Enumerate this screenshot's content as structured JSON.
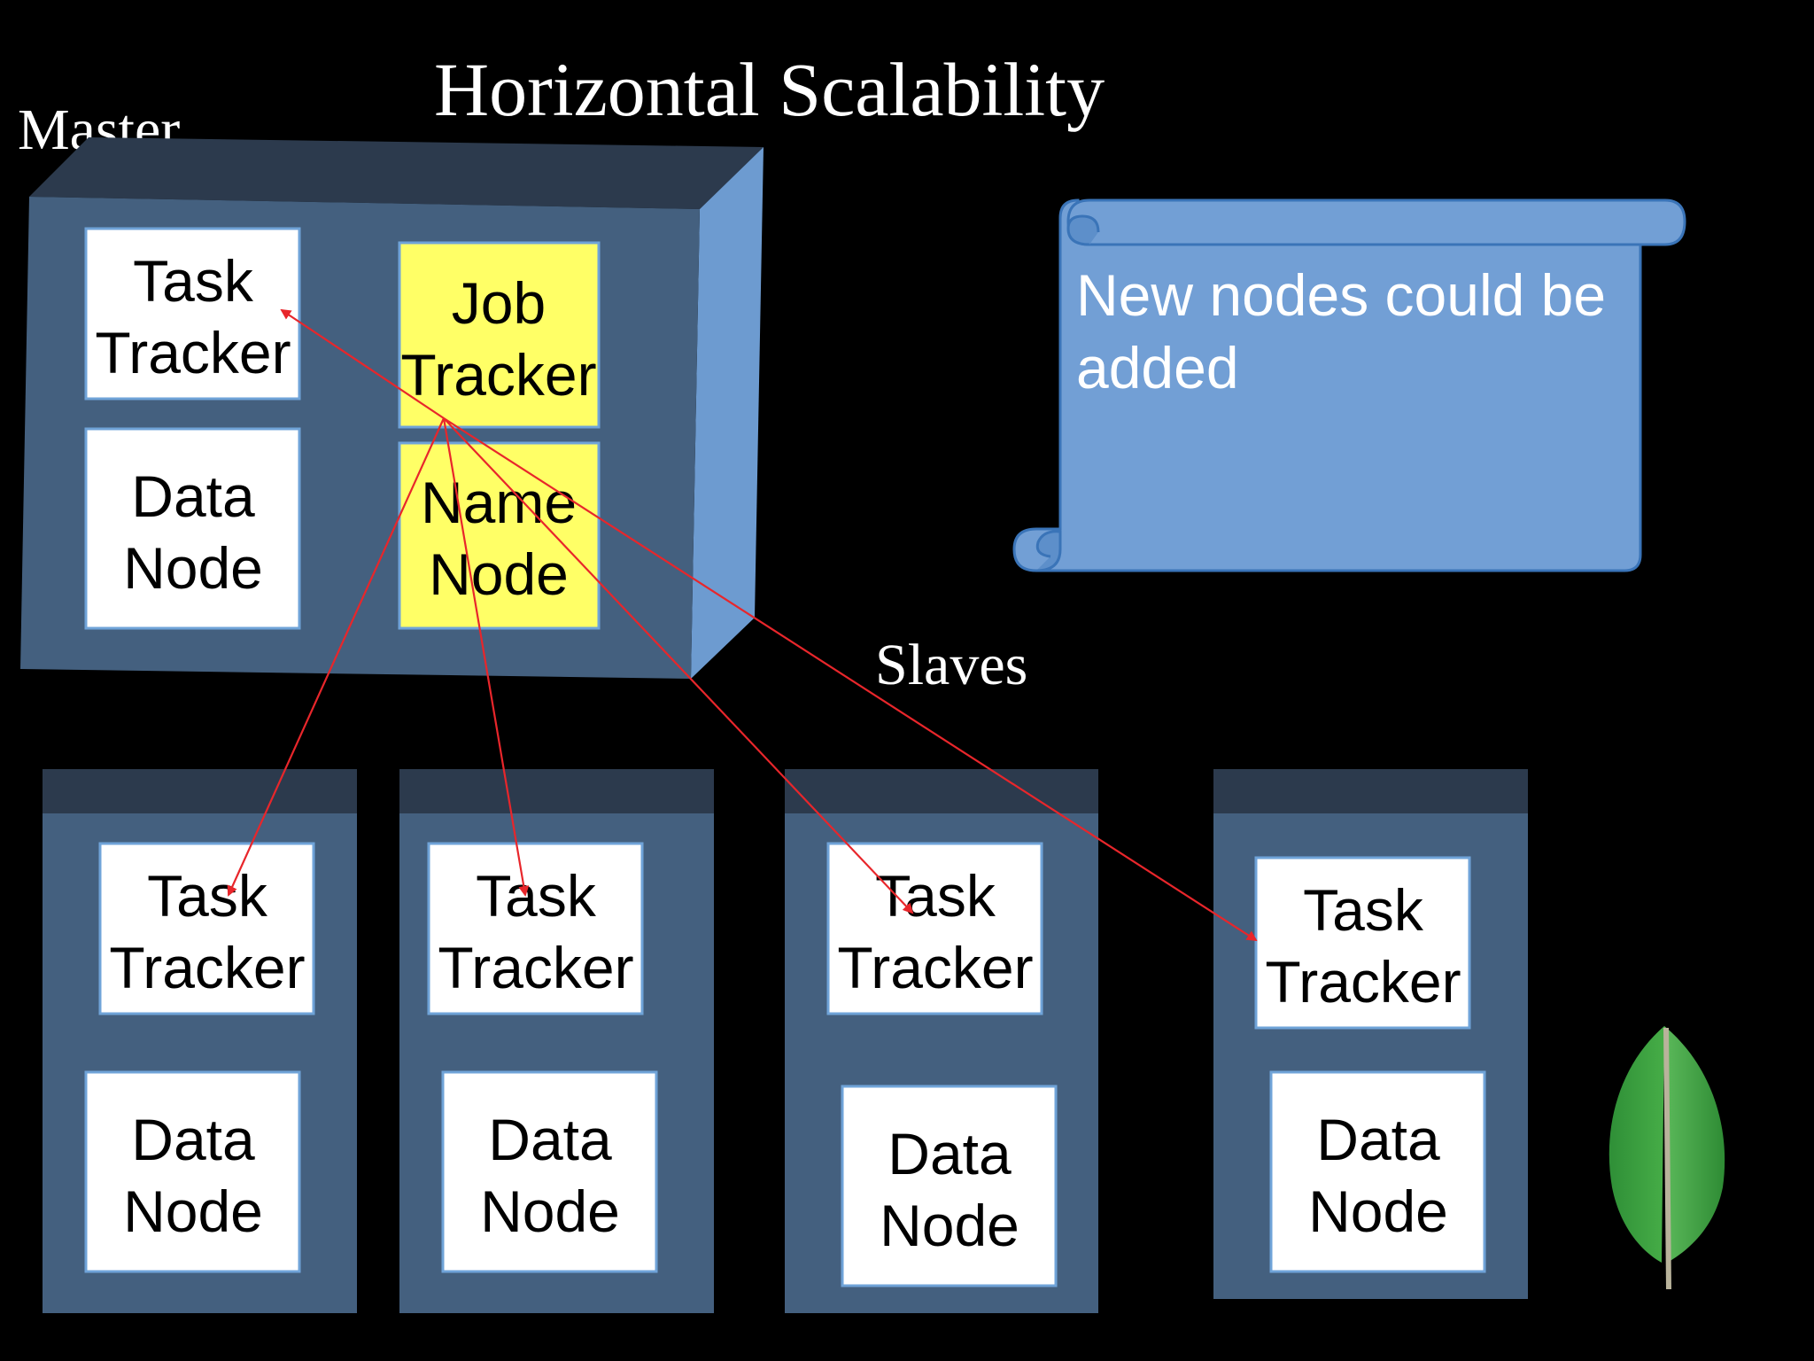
{
  "title": "Horizontal Scalability",
  "master": {
    "label": "Master",
    "task_tracker": "Task Tracker",
    "data_node": "Data Node",
    "job_tracker": "Job Tracker",
    "name_node": "Name Node"
  },
  "slaves": {
    "label": "Slaves",
    "nodes": [
      {
        "task_tracker": "Task Tracker",
        "data_node": "Data Node"
      },
      {
        "task_tracker": "Task Tracker",
        "data_node": "Data Node"
      },
      {
        "task_tracker": "Task Tracker",
        "data_node": "Data Node"
      },
      {
        "task_tracker": "Task Tracker",
        "data_node": "Data Node"
      }
    ]
  },
  "note": {
    "text": "New nodes could be added"
  },
  "colors": {
    "background": "#000000",
    "server_face": "#44607f",
    "server_top": "#2c3a4d",
    "server_side": "#6d9bd0",
    "job_tracker_fill": "#ffff66",
    "scroll_fill": "#729fd5",
    "arrow": "#e8262b",
    "leaf_green": "#3ea342"
  },
  "icons": {
    "logo": "green-leaf-logo"
  }
}
